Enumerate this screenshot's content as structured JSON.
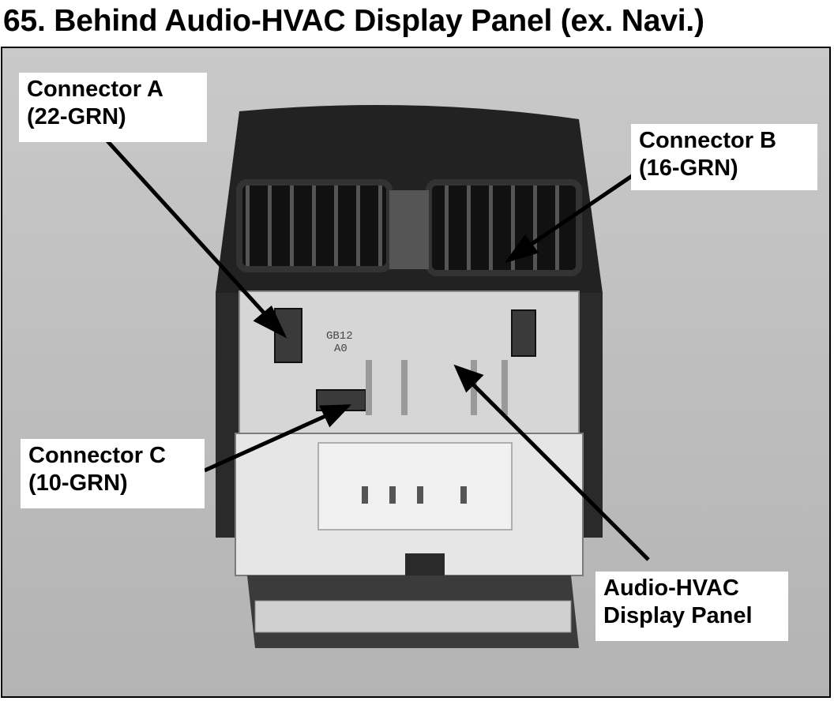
{
  "title": "65. Behind Audio-HVAC Display Panel (ex. Navi.)",
  "photo": {
    "part_markings": [
      "GB12",
      "A0"
    ]
  },
  "callouts": {
    "connector_a": {
      "line1": "Connector A",
      "line2": "(22-GRN)"
    },
    "connector_b": {
      "line1": "Connector B",
      "line2": "(16-GRN)"
    },
    "connector_c": {
      "line1": "Connector C",
      "line2": "(10-GRN)"
    },
    "display_panel": {
      "line1": "Audio-HVAC",
      "line2": "Display Panel"
    }
  },
  "colors": {
    "background": "#bdbdbd",
    "housing": "#1f1f1f",
    "panel": "#d6d6d6",
    "metal": "#e8e8e8",
    "arrow": "#000000"
  }
}
